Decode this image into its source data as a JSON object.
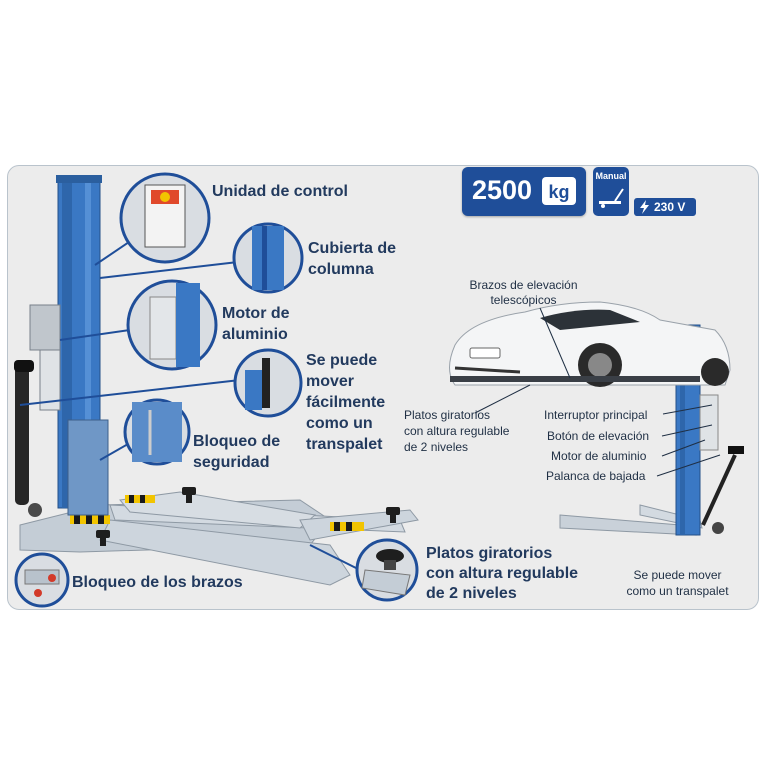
{
  "badges": {
    "capacity_value": "2500",
    "capacity_unit": "kg",
    "mode": "Manual",
    "voltage": "230 V"
  },
  "callouts_left": {
    "control_unit": "Unidad de control",
    "column_cover": [
      "Cubierta de",
      "columna"
    ],
    "motor": [
      "Motor de",
      "aluminio"
    ],
    "move": [
      "Se puede",
      "mover",
      "fácilmente",
      "como un",
      "transpalet"
    ],
    "safety_lock": [
      "Bloqueo de",
      "seguridad"
    ],
    "arm_lock": "Bloqueo de los brazos",
    "turntables": [
      "Platos giratorios",
      "con altura regulable",
      "de 2 niveles"
    ]
  },
  "callouts_right": {
    "telescopic_arms": [
      "Brazos de elevación",
      "telescópicos"
    ],
    "turntables": [
      "Platos giratorios",
      "con altura regulable",
      "de 2 niveles"
    ],
    "main_switch": "Interruptor principal",
    "lift_button": "Botón de elevación",
    "motor": "Motor de aluminio",
    "lower_lever": "Palanca de bajada",
    "move": [
      "Se puede mover",
      "como un transpalet"
    ]
  },
  "colors": {
    "column_blue": "#3a78c4",
    "badge_blue": "#1f4e99",
    "label_navy": "#223a5e",
    "base_grey": "#b8c2cc"
  },
  "icons": [
    "lift-column-icon",
    "hand-pallet-icon",
    "lightning-icon",
    "car-icon"
  ]
}
